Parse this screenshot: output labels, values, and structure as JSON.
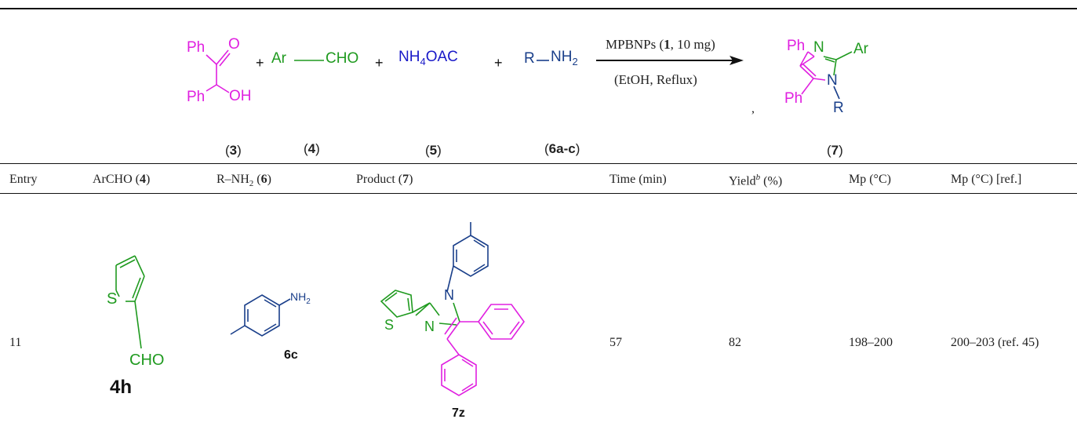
{
  "scheme": {
    "benzoin": {
      "ph1": "Ph",
      "o": "O",
      "ph2": "Ph",
      "oh": "OH"
    },
    "plus": "+",
    "aldehyde": {
      "ar": "Ar",
      "cho": "CHO"
    },
    "ammonium": {
      "main": "NH",
      "sub": "4",
      "tail": "OAC"
    },
    "amine": {
      "r": "R",
      "nh": "NH",
      "sub": "2"
    },
    "arrow_top": {
      "pre": "MPBNPs (",
      "bold": "1",
      "post": ", 10 mg)"
    },
    "arrow_bottom": "(EtOH, Reflux)",
    "comma": ",",
    "product": {
      "ph1": "Ph",
      "ph2": "Ph",
      "n": "N",
      "ar": "Ar",
      "n1": "N",
      "r": "R"
    },
    "labels": {
      "c3": "3",
      "c4": "4",
      "c5": "5",
      "c6": "6a-c",
      "c7": "7"
    }
  },
  "table": {
    "headers": {
      "entry": "Entry",
      "archo_pre": "ArCHO (",
      "archo_bold": "4",
      "archo_post": ")",
      "rnh2_pre": "R–NH",
      "rnh2_sub": "2",
      "rnh2_mid": " (",
      "rnh2_bold": "6",
      "rnh2_post": ")",
      "product_pre": "Product (",
      "product_bold": "7",
      "product_post": ")",
      "time": "Time (min)",
      "yield_pre": "Yield",
      "yield_sup": "b",
      "yield_post": " (%)",
      "mp": "Mp (°C)",
      "mp_ref": "Mp (°C) [ref.]"
    },
    "row": {
      "entry": "11",
      "aldehyde": {
        "s": "S",
        "cho": "CHO",
        "id": "4h"
      },
      "amine": {
        "nh2": "NH",
        "sub": "2",
        "id": "6c"
      },
      "product": {
        "s": "S",
        "n1": "N",
        "n3": "N",
        "id": "7z"
      },
      "time": "57",
      "yield": "82",
      "mp": "198–200",
      "mp_ref": "200–203 (ref. 45)"
    }
  },
  "colors": {
    "aryl": "#e020e0",
    "aldehyde": "#1f9a1f",
    "amine": "#1a3f8a",
    "reagent": "#1818c8"
  }
}
